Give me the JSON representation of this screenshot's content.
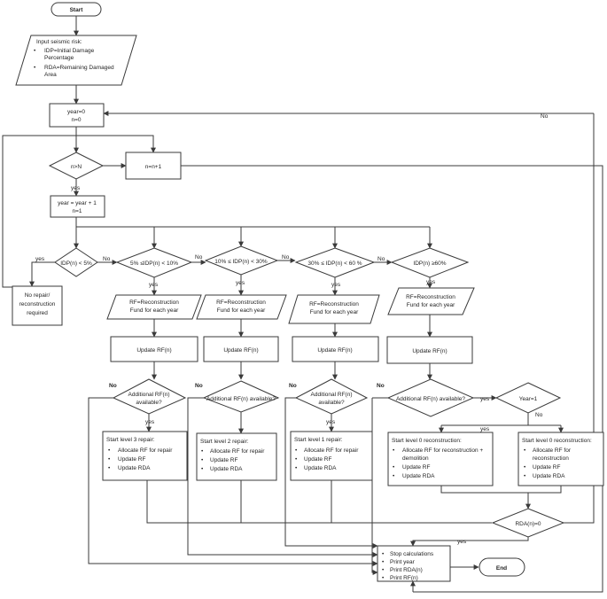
{
  "diagram": {
    "start": "Start",
    "end": "End",
    "input": {
      "title": "Input seismic risk:",
      "bullet1": [
        "IDP=Initial Damage",
        "Percentage"
      ],
      "bullet2": [
        "RDA=Remaining Damaged",
        "Area"
      ]
    },
    "init": [
      "year=0",
      "n=0"
    ],
    "cond_nN": "n>N",
    "incr_n": "n=n+1",
    "year_incr": [
      "year = year + 1",
      "n=1"
    ],
    "decisions": {
      "d0": "IDP(n) < 5%",
      "d1": "5% ≤IDP(n) < 10%",
      "d2": "10% ≤ IDP(n) < 30%",
      "d3": "30% ≤ IDP(n) < 60 %",
      "d4": "IDP(n) ≥60%"
    },
    "no_repair": [
      "No repair/",
      "reconstruction",
      "required"
    ],
    "rf": [
      "RF=Reconstruction",
      "Fund for each year"
    ],
    "update_rf": "Update RF(n)",
    "additional_rf": [
      "Additional RF(n)",
      "available?"
    ],
    "additional_rf_inline": "Additional RF(n) available?",
    "repair3": {
      "title": "Start level 3 repair:",
      "items": [
        "Allocate RF for repair",
        "Update RF",
        "Update RDA"
      ]
    },
    "repair2": {
      "title": "Start level 2 repair:",
      "items": [
        "Allocate RF for repair",
        "Update RF",
        "Update RDA"
      ]
    },
    "repair1": {
      "title": "Start level 1 repair:",
      "items": [
        "Allocate RF for repair",
        "Update RF",
        "Update RDA"
      ]
    },
    "recon_a": {
      "title": "Start level 0 reconstruction:",
      "items": [
        "Allocate RF for reconstruction +",
        "demolition",
        "Update RF",
        "Update RDA"
      ]
    },
    "recon_b": {
      "title": "Start level 0 reconstruction:",
      "items": [
        "Allocate RF for",
        "reconstruction",
        "Update RF",
        "Update RDA"
      ]
    },
    "year1": "Year=1",
    "rda_cond": "RDA(n)=0",
    "stop": {
      "items": [
        "Stop calculations",
        "Print year",
        "Print RDA(n)",
        "Print RF(n)"
      ]
    },
    "labels": {
      "yes": "yes",
      "no_upper": "No",
      "no_lower": "No"
    }
  }
}
